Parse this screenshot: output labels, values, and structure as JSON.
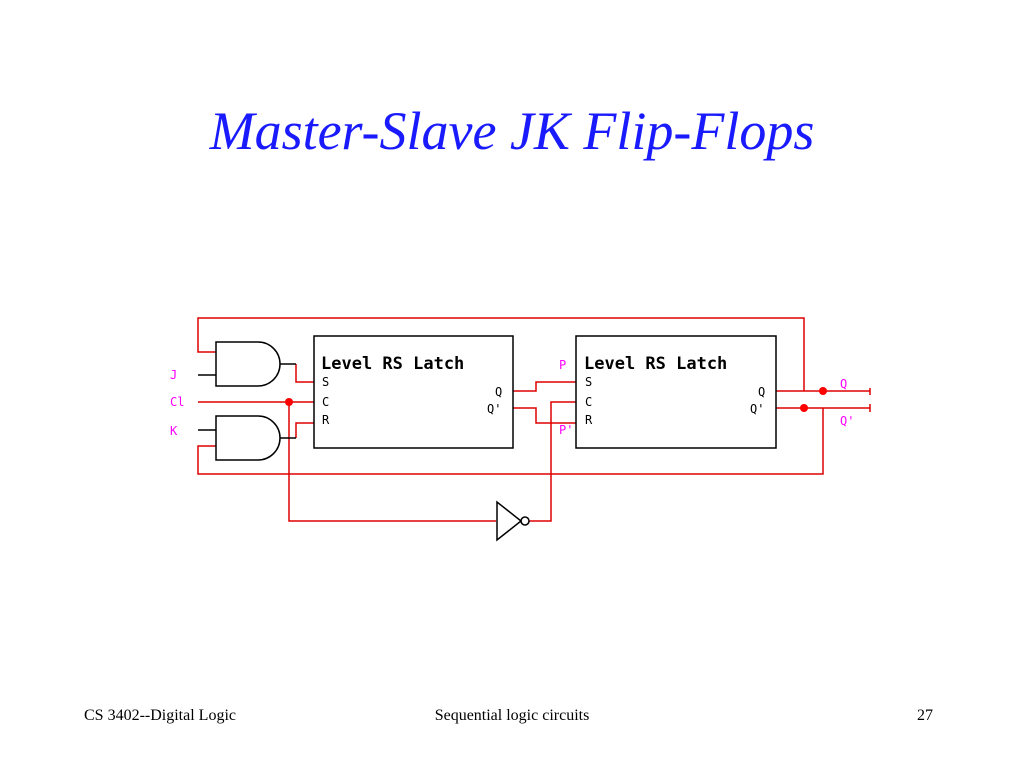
{
  "title": "Master-Slave JK Flip-Flops",
  "diagram": {
    "master_latch_label": "Level RS Latch",
    "slave_latch_label": "Level RS Latch",
    "pins": {
      "s": "S",
      "c": "C",
      "r": "R",
      "q": "Q",
      "qbar": "Q'"
    },
    "inputs": {
      "j": "J",
      "cl": "Cl",
      "k": "K"
    },
    "intermediate": {
      "p": "P",
      "pbar": "P'"
    },
    "outputs": {
      "q": "Q",
      "qbar": "Q'"
    },
    "colors": {
      "wire": "#dd0000",
      "label": "#ff00ff",
      "block": "#000000"
    }
  },
  "footer": {
    "left": "CS 3402--Digital Logic",
    "center": "Sequential logic circuits",
    "right": "27"
  }
}
